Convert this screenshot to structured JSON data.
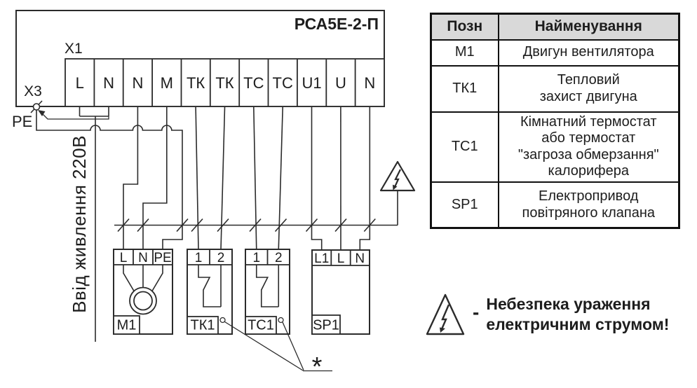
{
  "diagram": {
    "device_title": "РСА5Е-2-П",
    "connector_label": "X1",
    "ground_terminal_label": "X3",
    "pe_label": "PE",
    "power_input_label": "Ввід живлення 220В",
    "x1_terminals": [
      "L",
      "N",
      "N",
      "M",
      "ТК",
      "ТК",
      "ТС",
      "ТС",
      "U1",
      "U",
      "N"
    ],
    "m1": {
      "label": "М1",
      "terminals": [
        "L",
        "N",
        "PE"
      ]
    },
    "tk1": {
      "label": "ТК1",
      "terminals": [
        "1",
        "2"
      ]
    },
    "tc1": {
      "label": "ТС1",
      "terminals": [
        "1",
        "2"
      ]
    },
    "sp1": {
      "label": "SP1",
      "terminals": [
        "L1",
        "L",
        "N"
      ]
    },
    "footnote_mark": "*"
  },
  "legend_table": {
    "headers": [
      "Позн",
      "Найменування"
    ],
    "rows": [
      {
        "pos": "М1",
        "name": "Двигун вентилятора"
      },
      {
        "pos": "ТК1",
        "name": "Тепловий\nзахист двигуна"
      },
      {
        "pos": "ТС1",
        "name": "Кімнатний термостат\nабо термостат\n\"загроза обмерзання\"\nкалорифера"
      },
      {
        "pos": "SP1",
        "name": "Електропривод\nповітряного клапана"
      }
    ]
  },
  "hazard_note": {
    "dash": "-",
    "text": "Небезпека ураження\nелектричним струмом!"
  },
  "colors": {
    "line": "#2b2b2b",
    "table_header_bg": "#d9d9d9",
    "background": "#ffffff"
  }
}
